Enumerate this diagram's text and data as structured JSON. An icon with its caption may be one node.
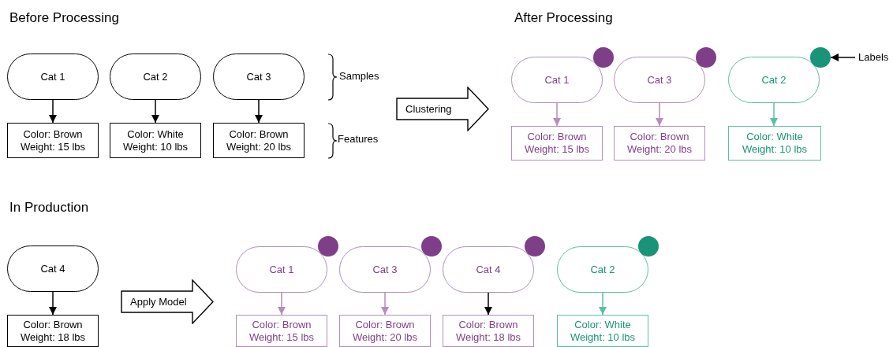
{
  "diagram": {
    "nodes": [
      {
        "text": [
          "Cat 1"
        ]
      },
      {
        "text": [
          "Cat 2"
        ]
      },
      {
        "text": [
          "Cat 3"
        ]
      },
      {
        "text": [
          "Color: Brown Weight: 15 lbs"
        ]
      },
      {
        "text": [
          "Color: White Weight: 10 lbs"
        ]
      },
      {
        "text": [
          "Color: Brown Weight: 20 lbs"
        ]
      },
      {
        "text": [
          "Clustering"
        ]
      },
      {
        "text": [
          "Cat 1"
        ]
      },
      {
        "text": [],
        "shape": "circle"
      },
      {
        "text": [
          "Cat 3"
        ]
      },
      {
        "text": [],
        "shape": "circle"
      },
      {
        "text": [
          "Cat 2"
        ]
      },
      {
        "text": [],
        "shape": "circle"
      },
      {
        "text": [
          "Labels"
        ]
      },
      {
        "text": [
          "Color: Brown Weight: 15 lbs"
        ]
      },
      {
        "text": [
          "Color: Brown Weight: 20 lbs"
        ]
      },
      {
        "text": [
          "Color: White Weight: 10 lbs"
        ]
      },
      {
        "text": [
          "Cat 4"
        ]
      },
      {
        "text": [
          "Color: Brown Weight: 18 lbs"
        ]
      },
      {
        "text": [
          "Apply Model"
        ]
      },
      {
        "text": [
          "Cat 1"
        ]
      },
      {
        "text": [],
        "shape": "circle"
      },
      {
        "text": [
          "Cat 3"
        ]
      },
      {
        "text": [],
        "shape": "circle"
      },
      {
        "text": [
          "Cat 4"
        ]
      },
      {
        "text": [],
        "shape": "circle"
      },
      {
        "text": [
          "Cat 2"
        ]
      },
      {
        "text": [],
        "shape": "circle"
      },
      {
        "text": [
          "Color: Brown Weight: 15 lbs"
        ]
      },
      {
        "text": [
          "Color: Brown Weight: 20 lbs"
        ]
      },
      {
        "text": [
          "Color: Brown Weight: 18 lbs"
        ]
      },
      {
        "text": [
          "Color: White Weight: 10 lbs"
        ]
      }
    ],
    "edges": [
      {
        "from": 0,
        "to": 3,
        "arrow": "to"
      },
      {
        "from": 1,
        "to": 4,
        "arrow": "to"
      },
      {
        "from": 2,
        "to": 5,
        "arrow": "to"
      },
      {
        "from": 7,
        "to": 14,
        "arrow": "to",
        "color": "#b58dba"
      },
      {
        "from": 9,
        "to": 15,
        "arrow": "to",
        "color": "#b58dba"
      },
      {
        "from": 11,
        "to": 16,
        "arrow": "to",
        "color": "#5cbfa0"
      },
      {
        "from": 13,
        "to": 12,
        "arrow": "to"
      },
      {
        "from": 17,
        "to": 18,
        "arrow": "to"
      },
      {
        "from": 20,
        "to": 28,
        "arrow": "to",
        "color": "#b58dba"
      },
      {
        "from": 22,
        "to": 29,
        "arrow": "to",
        "color": "#b58dba"
      },
      {
        "from": 24,
        "to": 30,
        "arrow": "to"
      },
      {
        "from": 26,
        "to": 31,
        "arrow": "to",
        "color": "#5cbfa0"
      }
    ],
    "labels": [
      "Before Processing",
      "After Processing",
      "Samples",
      "Features",
      "In Production"
    ]
  }
}
